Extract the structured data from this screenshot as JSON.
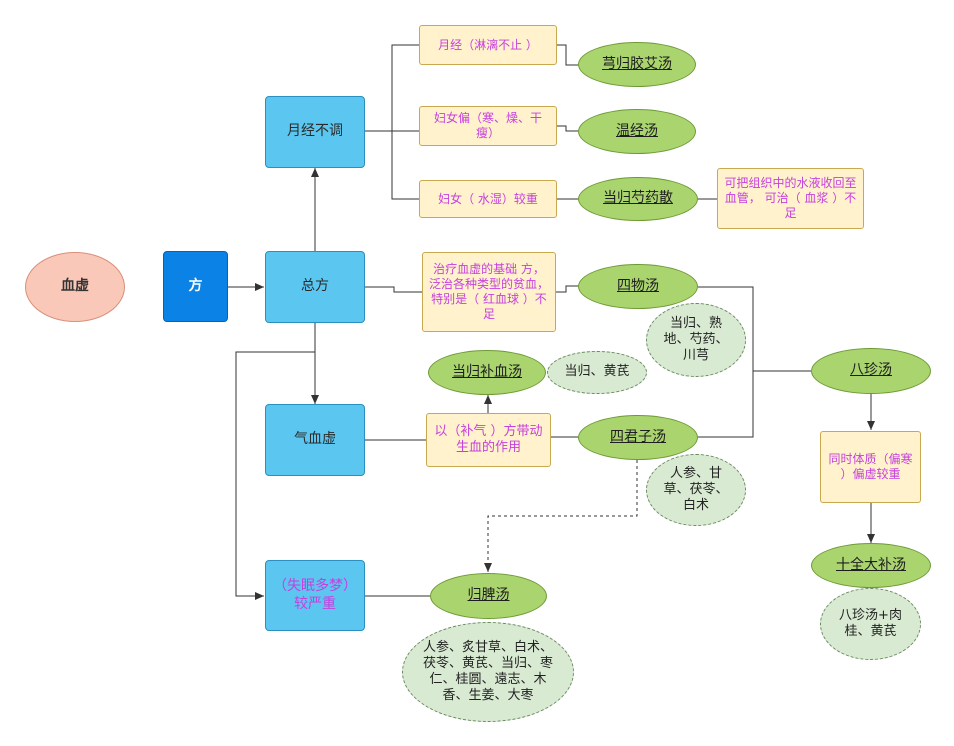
{
  "nodes": {
    "xuexu": "血虚",
    "fang": "方",
    "zongfang": "总方",
    "yuejing_butiao": "月经不调",
    "qixuexu": "气血虚",
    "shimian": "（失眠多梦）较严重",
    "note_yuejing_linli": "月经（淋漓不止  ）",
    "note_funv_han": "妇女偏（寒、燥、干瘦）",
    "note_funv_shuishi": "妇女（  水湿）较重",
    "note_zuzhi_shuiye": "可把组织中的水液收回至血管，  可治（  血浆  ）不足",
    "note_zhiliao": "治疗血虚的基础  方，泛治各种类型的贫血，特别是（  红血球  ）不足",
    "note_buqi": "以（补气  ）方带动生血的作用",
    "note_tizhi": "同时体质（偏寒  ）偏虚较重",
    "xiongui_jiaoai": "芎归胶艾汤",
    "wenjing": "温经汤",
    "danggui_shaoyao": "当归芍药散",
    "siwu": "四物汤",
    "siwu_ing": "当归、熟地、芍药、川芎",
    "danggui_buxue": "当归补血汤",
    "danggui_buxue_ing": "当归、黄芪",
    "sijunzi": "四君子汤",
    "sijunzi_ing": "人参、甘草、茯苓、白术",
    "bazhen": "八珍汤",
    "shiquan": "十全大补汤",
    "shiquan_ing": "八珍汤+肉桂、黄芪",
    "guipi": "归脾汤",
    "guipi_ing": "人参、炙甘草、白术、茯苓、黄芪、当归、枣仁、桂圆、遠志、木香、生姜、大枣"
  },
  "colors": {
    "blue": "#5bc6f0",
    "dark_blue": "#0b82e6",
    "note_fill": "#fff2cc",
    "green": "#a9d46e",
    "light_green": "#d9ead3",
    "pink": "#fac8b8",
    "magenta_text": "#c640e0"
  }
}
